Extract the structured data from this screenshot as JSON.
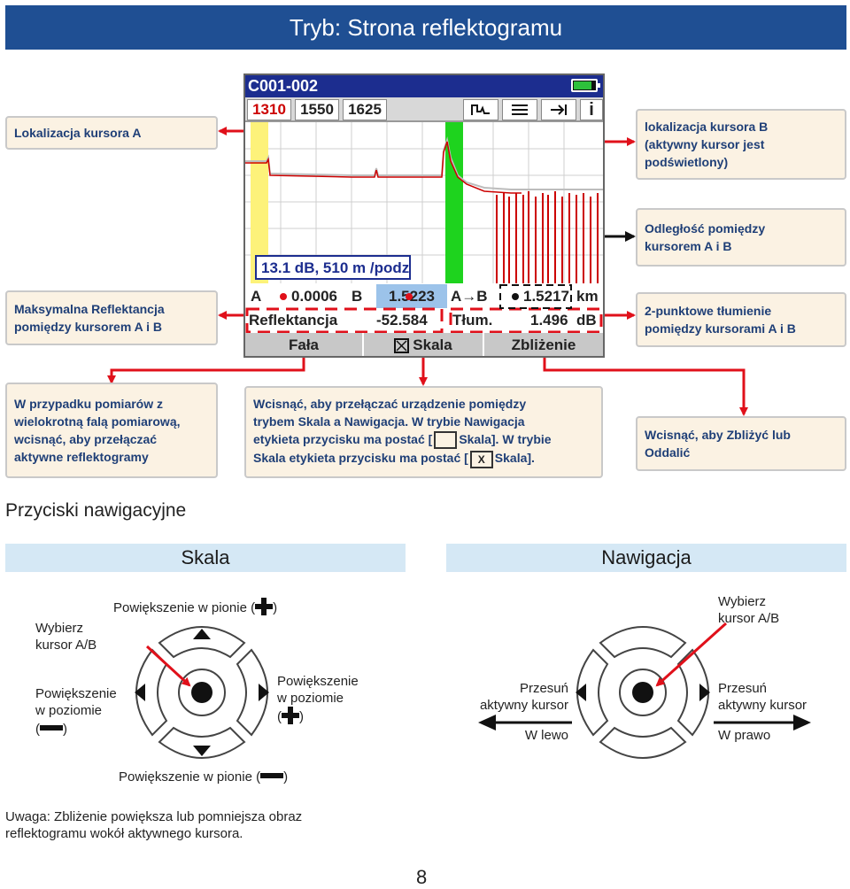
{
  "title": "Tryb: Strona reflektogramu",
  "screen": {
    "file_code": "C001-002",
    "tabs": [
      "1310",
      "1550",
      "1625"
    ],
    "tab_icons": [
      "trace-icon",
      "list-icon",
      "arrow-to-bar-icon",
      "info-icon"
    ],
    "scale_label": "13.1 dB, 510 m /podz",
    "row1": {
      "a_label": "A",
      "a_value": "0.0006",
      "b_label": "B",
      "b_value": "1.5223",
      "ab_label": "A→B",
      "ab_value": "1.5217",
      "unit": "km"
    },
    "row2": {
      "refl_label": "Reflektancja",
      "refl_value": "-52.584",
      "loss_label": "Tłum.",
      "loss_value": "1.496",
      "unit": "dB"
    },
    "softkeys": [
      "Fała",
      "Skala",
      "Zbliżenie"
    ],
    "colors": {
      "header": "#1c2d8f",
      "cursor_a": "#fdf27a",
      "cursor_b": "#1ed31e",
      "trace": "#cc0000",
      "highlight": "#9cc3ea"
    }
  },
  "callouts": {
    "cursor_a": "Lokalizacja kursora A",
    "cursor_b": "lokalizacja kursora B\n(aktywny kursor jest\npodświetlony)",
    "distance": "Odległość pomiędzy\nkursorem A i B",
    "max_refl": "Maksymalna Reflektancja\npomiędzy kursorem A i B",
    "loss": "2-punktowe tłumienie\npomiędzy kursorami A i B",
    "wave": "W przypadku pomiarów z\nwielokrotną falą pomiarową,\nwcisnąć, aby przełączać\naktywne reflektogramy",
    "scale": {
      "line1": "Wcisnąć, aby przełączać urządzenie pomiędzy",
      "line2": "trybem Skala a Nawigacja. W trybie Nawigacja",
      "line3a": "etykieta przycisku ma postać [",
      "line3b": "Skala]. W trybie",
      "line4a": "Skala etykieta przycisku ma postać [",
      "line4b": "Skala].",
      "x_mark": "X"
    },
    "zoom": "Wcisnąć, aby Zbliżyć lub\nOddalić"
  },
  "nav_section": {
    "title": "Przyciski nawigacyjne",
    "skala": {
      "header": "Skala",
      "top_a": "Powiększenie w pionie (",
      "top_b": ")",
      "select": "Wybierz\nkursor A/B",
      "left_a": "Powiększenie\nw poziomie\n(",
      "left_b": ")",
      "right_a": "Powiększenie\nw poziomie\n(",
      "right_b": ")",
      "bottom_a": "Powiększenie w pionie (",
      "bottom_b": ")"
    },
    "nawigacja": {
      "header": "Nawigacja",
      "select": "Wybierz\nkursor A/B",
      "left_top": "Przesuń\naktywny kursor",
      "left_bottom": "W lewo",
      "right_top": "Przesuń\naktywny kursor",
      "right_bottom": "W prawo"
    }
  },
  "note": "Uwaga: Zbliżenie powiększa lub pomniejsza obraz\nreflektogramu wokół aktywnego kursora.",
  "page_number": "8"
}
